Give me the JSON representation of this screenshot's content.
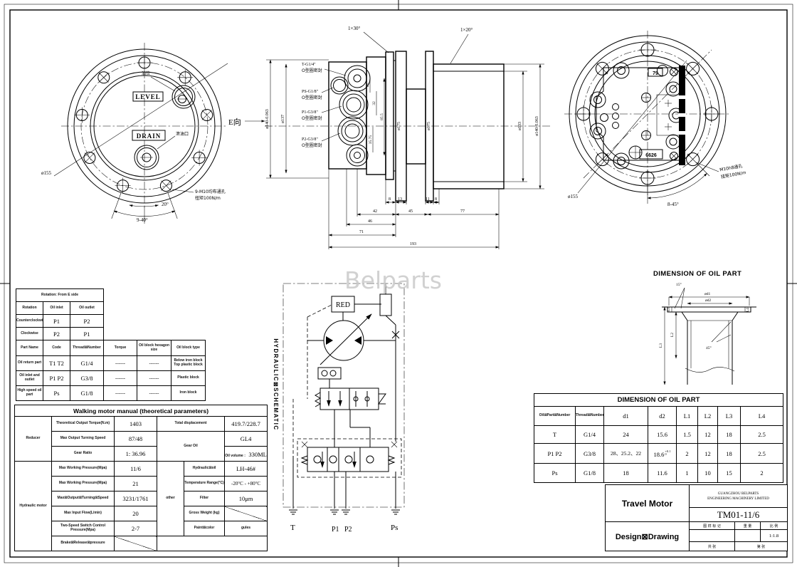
{
  "watermark": "Belparts",
  "left_view": {
    "dia_label": "ø155",
    "level_label": "LEVEL",
    "drain_label": "DRAIN",
    "oil_level_cn": "油位",
    "drain_port_cn": "泄油口",
    "e_direction": "E向",
    "holes_note_line1": "9-M10均布通孔",
    "holes_note_line2": "扭矩100N/m",
    "angle_20": "20°",
    "angle_9_40": "9-40°"
  },
  "section_view": {
    "chamfer_top_left": "1×30°",
    "chamfer_top_right": "1×20°",
    "ports": {
      "t": {
        "label": "T-G1/4\"",
        "seal": "O型圈密封"
      },
      "ps": {
        "label": "PS-G1/8\"",
        "seal": "O型圈密封"
      },
      "p1": {
        "label": "P1-G3/8\"",
        "seal": "O型圈密封"
      },
      "p2": {
        "label": "P2-G3/8\"",
        "seal": "O型圈密封"
      }
    },
    "dims": {
      "dia140_left": "ø140-0.063",
      "dia137": "ø137",
      "d18": "18",
      "d32": "32",
      "d35_75": "35.75",
      "d85_5": "85.5",
      "dia175_a": "ø175",
      "dia175_b": "ø175",
      "dia133": "ø133",
      "dia140_right": "ø140-0.063",
      "w8a": "8",
      "w13": "13",
      "w11": "11",
      "w8b": "8",
      "w42": "42",
      "w45": "45",
      "w77": "77",
      "w46": "46",
      "w71": "71",
      "w193": "193"
    }
  },
  "right_view": {
    "dia_label": "ø155",
    "holes_note_line1": "M10h8通孔",
    "holes_note_line2": "扭矩100N/m",
    "angle_8_45": "8-45°",
    "mark_top": "79",
    "mark_bottom": "6626"
  },
  "oil_detail": {
    "title": "DIMENSION OF OIL PART",
    "angle_15": "15°",
    "d1": "ød1",
    "d2": "ød2",
    "l1": "L1",
    "l2": "L2",
    "l3": "L3",
    "l4": "L4",
    "angle_45": "45°"
  },
  "schematic": {
    "title": "HYDRAULIC⊠SCHEMATIC",
    "reducer_label": "RED",
    "port_t": "T",
    "port_p1": "P1",
    "port_p2": "P2",
    "port_ps": "Ps"
  },
  "rotation_table": {
    "header": "Rotation: From E side",
    "col_rotation": "Rotation",
    "col_inlet": "Oil inlet",
    "col_outlet": "Oil outlet",
    "rows": [
      {
        "dir": "Counterclockwise",
        "inlet": "P1",
        "outlet": "P2"
      },
      {
        "dir": "Clockwise",
        "inlet": "P2",
        "outlet": "P1"
      }
    ]
  },
  "port_table": {
    "cols": {
      "part": "Part Name",
      "code": "Code",
      "thread": "Thread⊠Number",
      "torque": "Torque",
      "hex": "Oil block hexagon size",
      "type": "Oil block type"
    },
    "rows": [
      {
        "part": "Oil return part",
        "code": "T1 T2",
        "thread": "G1/4",
        "torque": "------",
        "hex": "------",
        "type": "Below iron block Top plastic block"
      },
      {
        "part": "Oil inlet and outlet",
        "code": "P1 P2",
        "thread": "G3/8",
        "torque": "------",
        "hex": "------",
        "type": "Plastic block"
      },
      {
        "part": "High speed oil part",
        "code": "Ps",
        "thread": "G1/8",
        "torque": "------",
        "hex": "------",
        "type": "Iron block"
      }
    ]
  },
  "walking_table": {
    "title": "Walking motor manual (theoretical parameters)",
    "reducer_label": "Reducer",
    "motor_label": "Hydraulic motor",
    "other_label": "other",
    "rows": {
      "r1": {
        "label": "Theoretical Output Torque(N.m)",
        "value": "1403",
        "rlabel": "Total displacement",
        "rvalue": "419.7/228.7"
      },
      "r2": {
        "label": "Max Output Turning Speed",
        "value": "87/48",
        "rlabel": "Gear Oil",
        "rvalue": "GL4"
      },
      "r3": {
        "label": "Gear Ratio",
        "value": "1: 36.96",
        "rlabel": "Oil volume :",
        "rvalue": "330ML"
      },
      "h1": {
        "label": "Max Working Pressure(Mpa)",
        "value": "11/6",
        "rlabel": "Hydraulic⊠oil",
        "rvalue": "LH-46#"
      },
      "h2": {
        "label": "Max Working Pressure(Mpa)",
        "value": "21",
        "rlabel": "Temperature Range(°C)",
        "rvalue": "-20°C - +80°C"
      },
      "h3": {
        "label": "Max⊠Output⊠Turning⊠Speed",
        "value": "3231/1761",
        "rlabel": "Filter",
        "rvalue": "10μm"
      },
      "h4": {
        "label": "Max Input Flow(L/min)",
        "value": "20",
        "rlabel": "Gross Weight (kg)",
        "rvalue": ""
      },
      "h5": {
        "label": "Two-Speed Switch Control Pressure(Mpa)",
        "value": "2-7",
        "rlabel": "Paint⊠color",
        "rvalue": "gules"
      },
      "h6": {
        "label": "Brake⊠Release⊠pressure",
        "value": "",
        "rlabel": "",
        "rvalue": ""
      }
    }
  },
  "oil_dim_table": {
    "title": "DIMENSION OF OIL PART",
    "cols": {
      "part": "Oil⊠Part⊠Number",
      "thread": "Thread⊠Number",
      "d1": "d1",
      "d2": "d2",
      "l1": "L1",
      "l2": "L2",
      "l3": "L3",
      "l4": "L4"
    },
    "rows": [
      {
        "part": "T",
        "thread": "G1/4",
        "d1": "24",
        "d2": "15.6",
        "l1": "1.5",
        "l2": "12",
        "l3": "18",
        "l4": "2.5"
      },
      {
        "part": "P1 P2",
        "thread": "G3/8",
        "d1": "28、25.2、22",
        "d2": "18.6",
        "d2_tol_hi": "+0.1",
        "d2_tol_lo": "0",
        "l1": "2",
        "l2": "12",
        "l3": "18",
        "l4": "2.5"
      },
      {
        "part": "Ps",
        "thread": "G1/8",
        "d1": "18",
        "d2": "11.6",
        "l1": "1",
        "l2": "10",
        "l3": "15",
        "l4": "2"
      }
    ]
  },
  "title_block": {
    "product": "Travel Motor",
    "company_line1": "GUANGZHOU BELPARTS",
    "company_line2": "ENGINEERING MACHINERY LIMITED",
    "model": "TM01-11/6",
    "design": "Design⊠Drawing",
    "mark_label": "图 样 标 记",
    "weight_label": "重 量",
    "scale_label": "比 例",
    "scale_value": "1:1.8",
    "sheet_total": "共    张",
    "sheet_no": "第    张"
  }
}
